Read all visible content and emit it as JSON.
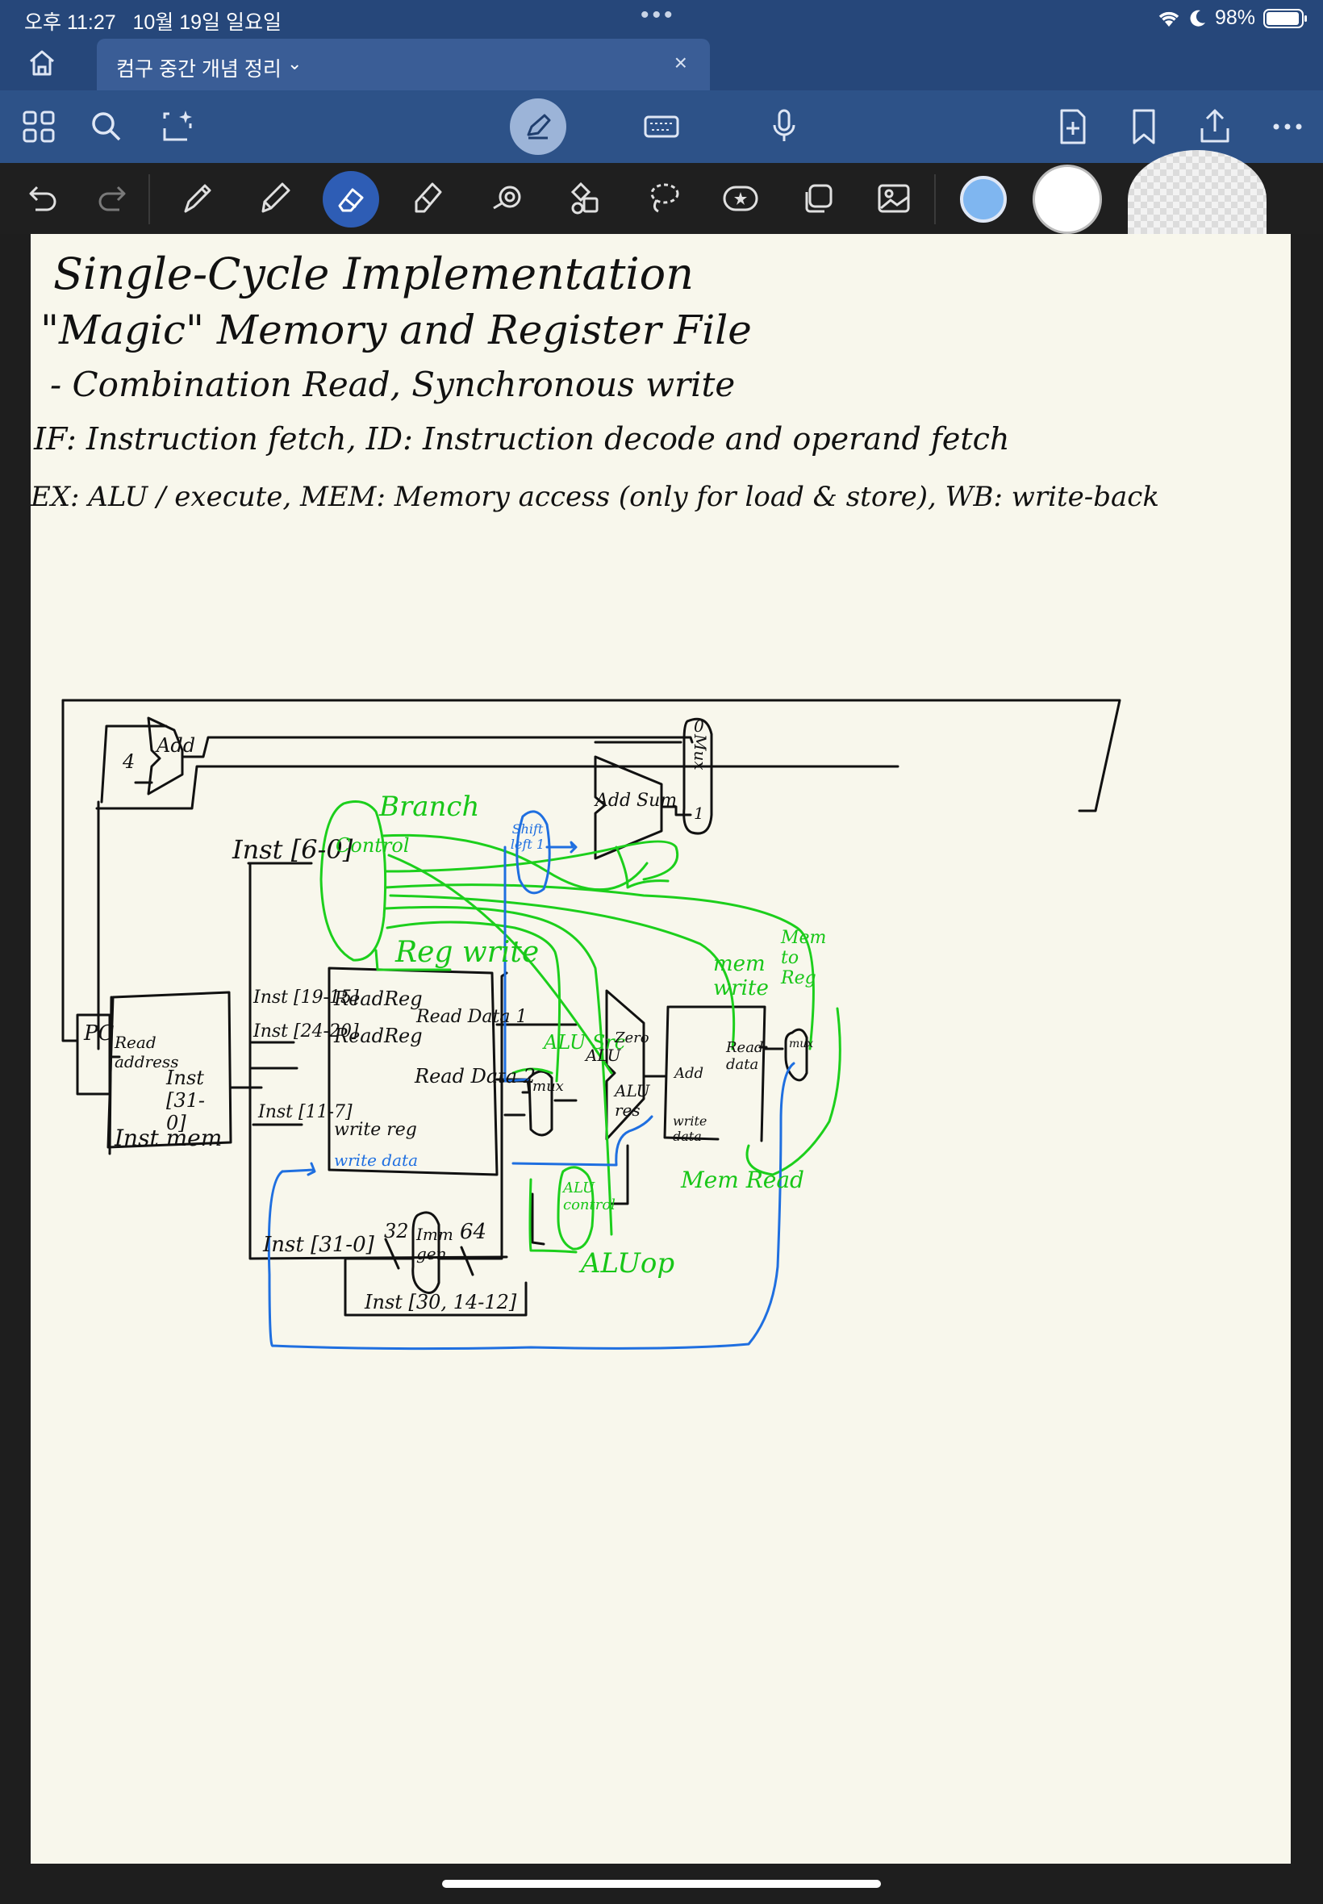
{
  "status_bar": {
    "time": "오후 11:27",
    "date": "10월 19일 일요일",
    "battery": "98%"
  },
  "tab": {
    "title": "컴구 중간 개념 정리"
  },
  "toolbar": {
    "top_icons": [
      "grid-icon",
      "search-icon",
      "lasso-capture-icon",
      "pen-mode-icon",
      "keyboard-icon",
      "microphone-icon",
      "add-page-icon",
      "bookmark-icon",
      "share-icon",
      "more-icon"
    ],
    "tools": [
      "undo-icon",
      "redo-icon",
      "pen-icon",
      "pencil-icon",
      "eraser-icon",
      "highlighter-icon",
      "shapes-icon",
      "elements-icon",
      "lasso-icon",
      "sticker-icon",
      "copy-icon",
      "image-icon"
    ],
    "colors": [
      "#7fb6f0",
      "#ffffff",
      "#ffffff"
    ]
  },
  "notes": {
    "line1": "Single-Cycle  Implementation",
    "line2": "\"Magic\"  Memory   and   Register   File",
    "line3": "- Combination  Read,  Synchronous  write",
    "line4": "IF: Instruction fetch,  ID: Instruction decode  and operand fetch",
    "line5": "EX: ALU / execute,   MEM: Memory access (only for load & store),  WB: write-back"
  },
  "diagram": {
    "add_top": "Add",
    "four": "4",
    "mux_top": "Mux",
    "mux_top_0": "0",
    "mux_top_1": "1",
    "add_sum": "Add  Sum",
    "shift_left": "Shift left 1",
    "inst_6_0": "Inst [6-0]",
    "control": "Control",
    "branch": "Branch",
    "reg_write": "Reg write",
    "mem_write": "mem write",
    "mem_to_reg": "Mem to Reg",
    "alu_src": "ALU Src",
    "pc": "PC",
    "read_address": "Read address",
    "inst_31_0_a": "Inst [31-0]",
    "inst_mem": "Inst mem",
    "inst_19_15": "Inst [19-15]",
    "inst_24_20": "Inst [24-20]",
    "inst_11_7": "Inst [11-7]",
    "read_reg_1": "ReadReg",
    "read_reg_2": "ReadReg",
    "write_reg": "write reg",
    "write_data_reg": "write data",
    "read_data_1": "Read Data 1",
    "read_data_2": "Read Data 2",
    "mux_alu": "mux",
    "alu_zero": "Zero",
    "alu_label": "ALU",
    "alu_res": "ALU res",
    "addr": "Add",
    "write_data_mem": "write data",
    "read_data": "Read data",
    "mux_wb": "mux",
    "mem_read": "Mem Read",
    "alu_control": "ALU control",
    "alu_op": "ALUop",
    "inst_31_0_b": "Inst [31-0]",
    "n32": "32",
    "imm_gen": "Imm gen",
    "n64": "64",
    "inst_bits": "Inst [30, 14-12]"
  }
}
